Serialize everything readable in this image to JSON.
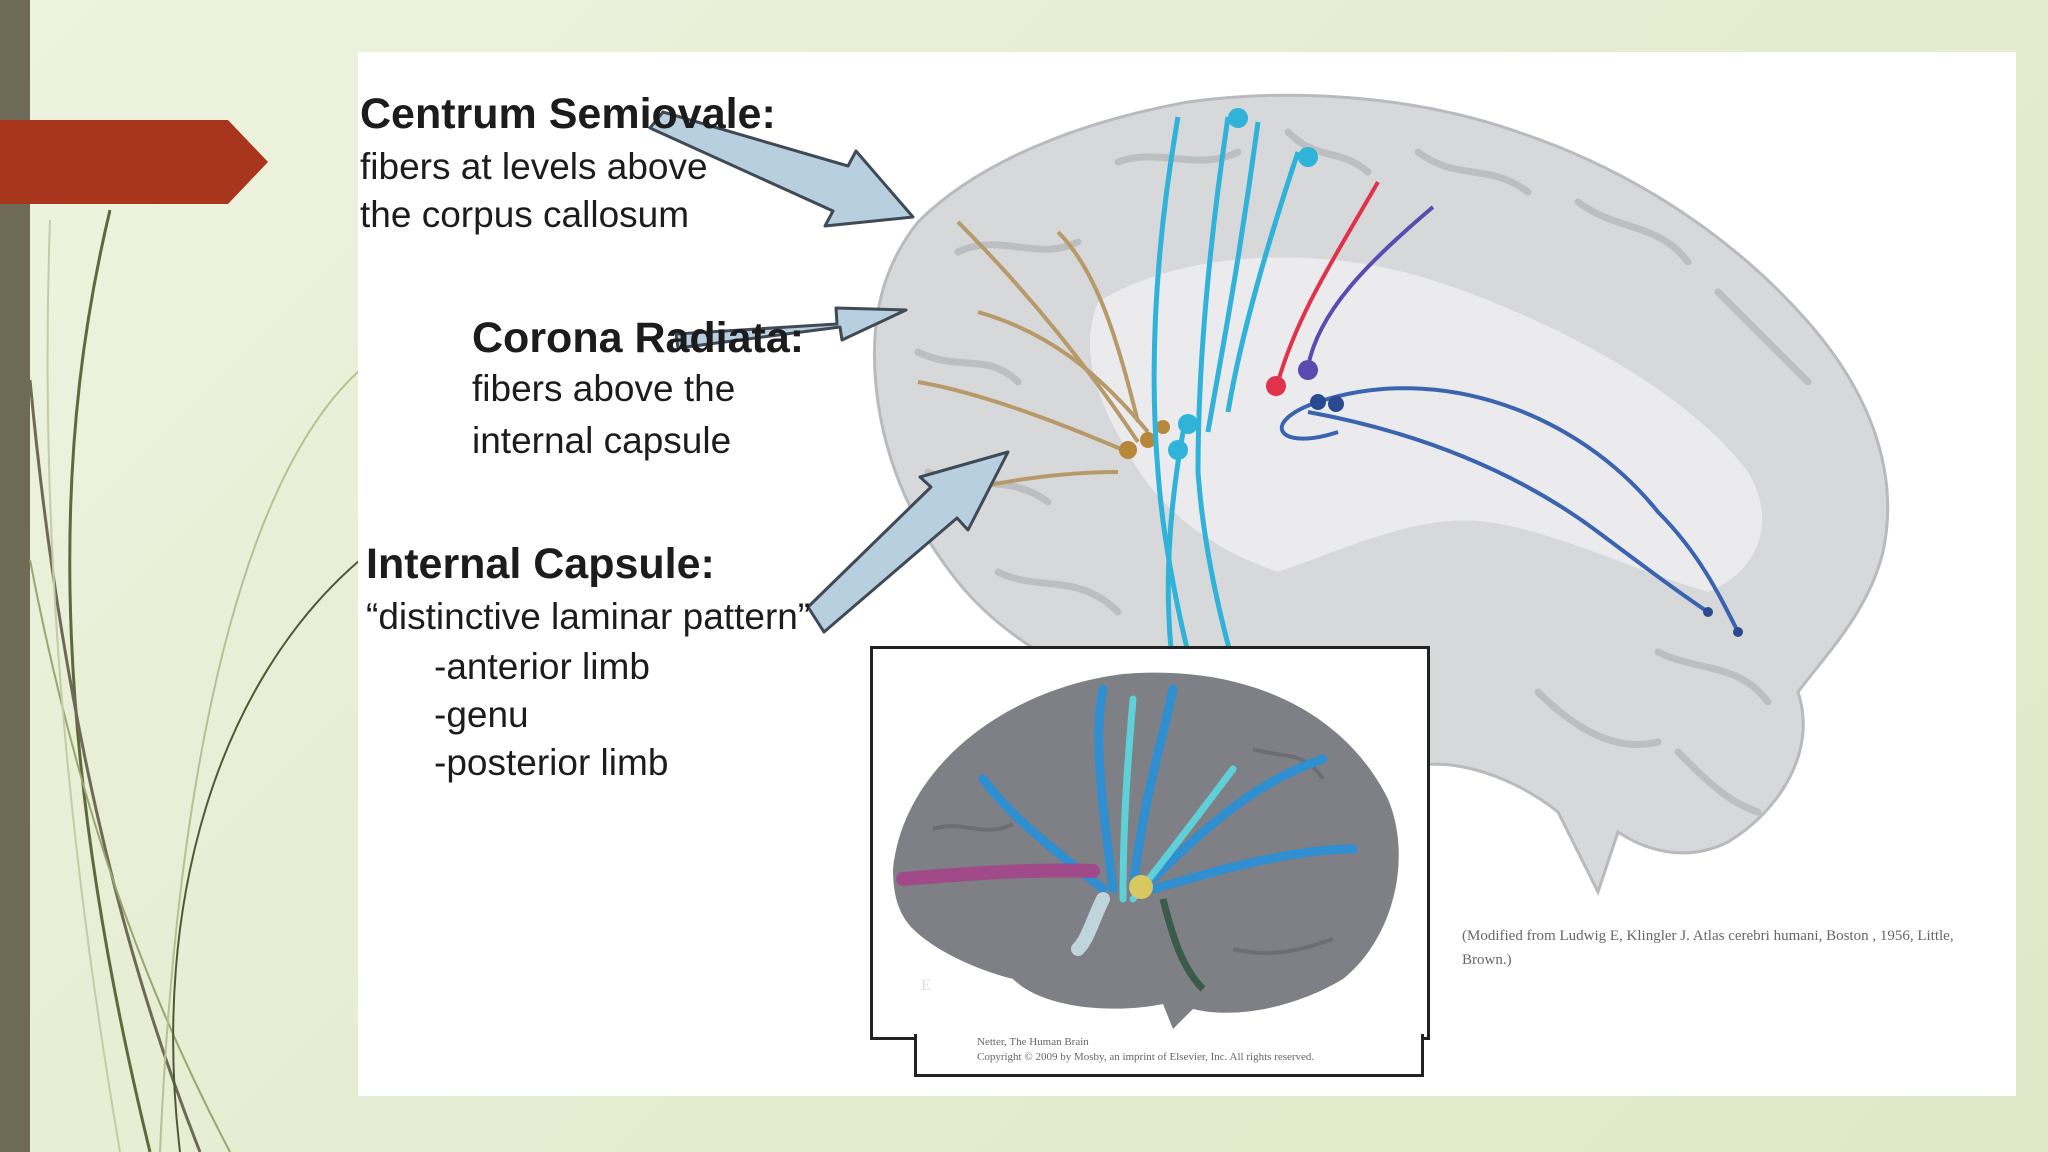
{
  "labels": {
    "centrum": {
      "title": "Centrum Semiovale:",
      "lines": [
        "fibers at levels above",
        "the corpus callosum"
      ]
    },
    "corona": {
      "title": "Corona Radiata:",
      "lines": [
        "fibers above the",
        "internal capsule"
      ]
    },
    "internal": {
      "title": "Internal Capsule:",
      "lines": [
        "“distinctive laminar pattern”",
        "-anterior limb",
        "-genu",
        "-posterior limb"
      ]
    }
  },
  "inset": {
    "panel_letter": "E",
    "caption_lines": [
      "Netter, The Human Brain",
      "Copyright © 2009 by Mosby, an imprint of Elsevier, Inc. All rights reserved."
    ]
  },
  "citation": "(Modified from Ludwig E, Klingler J. Atlas cerebri humani, Boston , 1956, Little, Brown.)",
  "colors": {
    "background": "#e6edd2",
    "left_bar": "#6f6a55",
    "marker": "#a7361c",
    "arrow_fill": "#b8cfe0",
    "fiber_blue": "#2fb3d8",
    "fiber_red": "#e0324a",
    "fiber_purple": "#5b4bb0",
    "fiber_navy": "#3a64b0",
    "fiber_tan": "#b89a6a"
  }
}
